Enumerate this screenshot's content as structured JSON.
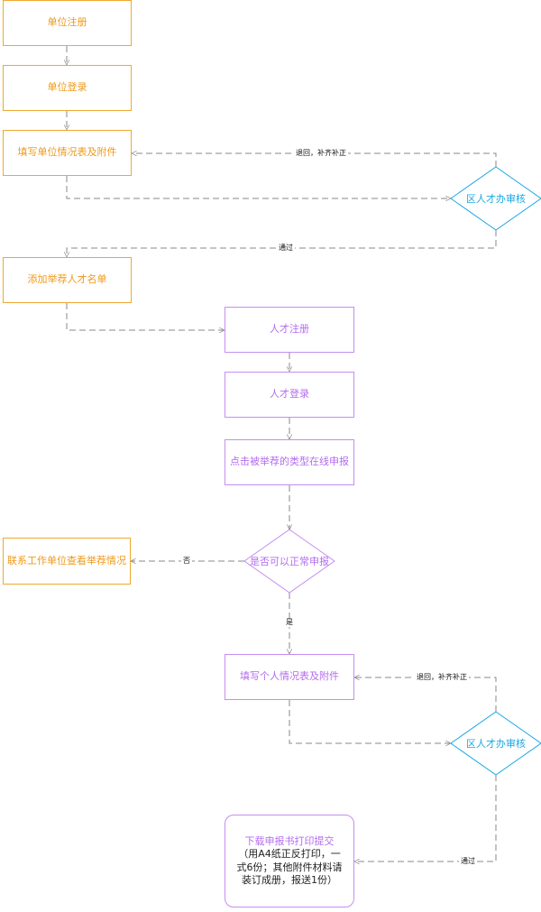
{
  "nodes": {
    "unit_register": "单位注册",
    "unit_login": "单位登录",
    "unit_form": "填写单位情况表及附件",
    "review1": "区人才办审核",
    "add_list": "添加举荐人才名单",
    "talent_register": "人才注册",
    "talent_login": "人才登录",
    "apply_online": "点击被举荐的类型在线申报",
    "can_apply": "是否可以正常申报",
    "contact_unit": "联系工作单位查看举荐情况",
    "personal_form": "填写个人情况表及附件",
    "review2": "区人才办审核",
    "download_title": "下载申报书打印提交",
    "download_note": "（用A4纸正反打印，一式6份；其他附件材料请装订成册，报送1份）"
  },
  "edges": {
    "return1": "退回，补齐补正",
    "pass1": "通过",
    "no": "否",
    "yes": "是",
    "return2": "退回，补齐补正",
    "pass2": "通过"
  },
  "colors": {
    "unit_border": "#f0a830",
    "unit_text": "#ef9a1a",
    "talent_border": "#c58ef2",
    "talent_text": "#b36cf0",
    "review_border": "#1aa8e2",
    "connector": "#8a8a8a"
  }
}
